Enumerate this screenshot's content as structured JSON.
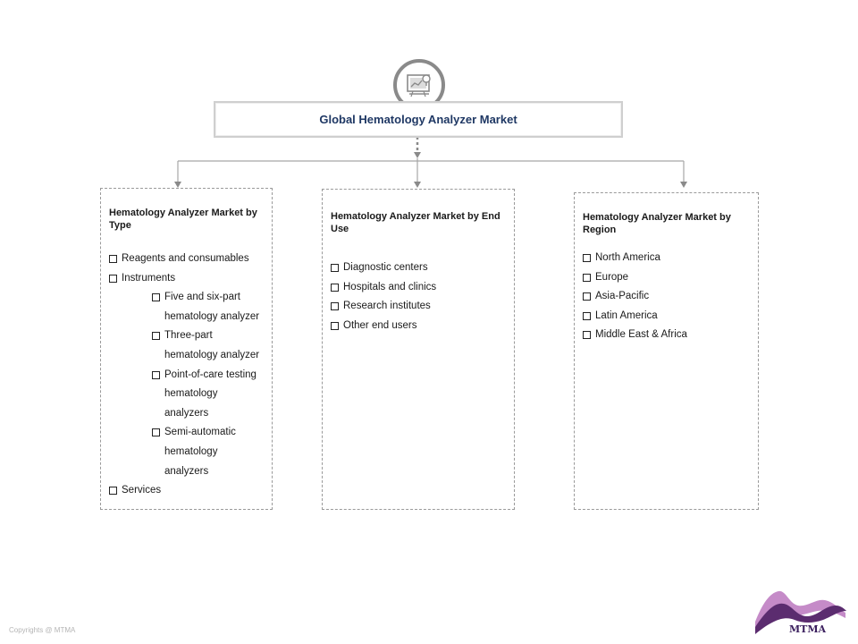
{
  "title": "Global Hematology Analyzer Market",
  "icon": "market-analysis-icon",
  "colors": {
    "title_text": "#1f3864",
    "connector": "#a6a6a6",
    "icon_ring": "#8a8a8a"
  },
  "segments": [
    {
      "title": "Hematology Analyzer Market by Type",
      "items": [
        {
          "label": "Reagents and consumables",
          "level": 0
        },
        {
          "label": "Instruments",
          "level": 0
        },
        {
          "label": "Five and six-part hematology analyzer",
          "level": 1
        },
        {
          "label": "Three-part hematology analyzer",
          "level": 1
        },
        {
          "label": "Point-of-care testing hematology analyzers",
          "level": 1
        },
        {
          "label": "Semi-automatic hematology analyzers",
          "level": 1
        },
        {
          "label": "Services",
          "level": 0
        }
      ]
    },
    {
      "title": "Hematology Analyzer Market by End Use",
      "items": [
        {
          "label": "Diagnostic centers",
          "level": 0
        },
        {
          "label": "Hospitals and clinics",
          "level": 0
        },
        {
          "label": "Research institutes",
          "level": 0
        },
        {
          "label": "Other end users",
          "level": 0
        }
      ]
    },
    {
      "title": "Hematology Analyzer Market by Region",
      "items": [
        {
          "label": "North America",
          "level": 0
        },
        {
          "label": "Europe",
          "level": 0
        },
        {
          "label": "Asia-Pacific",
          "level": 0
        },
        {
          "label": "Latin America",
          "level": 0
        },
        {
          "label": "Middle East & Africa",
          "level": 0
        }
      ]
    }
  ],
  "footer": {
    "copyright": "Copyrights @ MTMA"
  },
  "logo": {
    "text": "MTMA"
  }
}
